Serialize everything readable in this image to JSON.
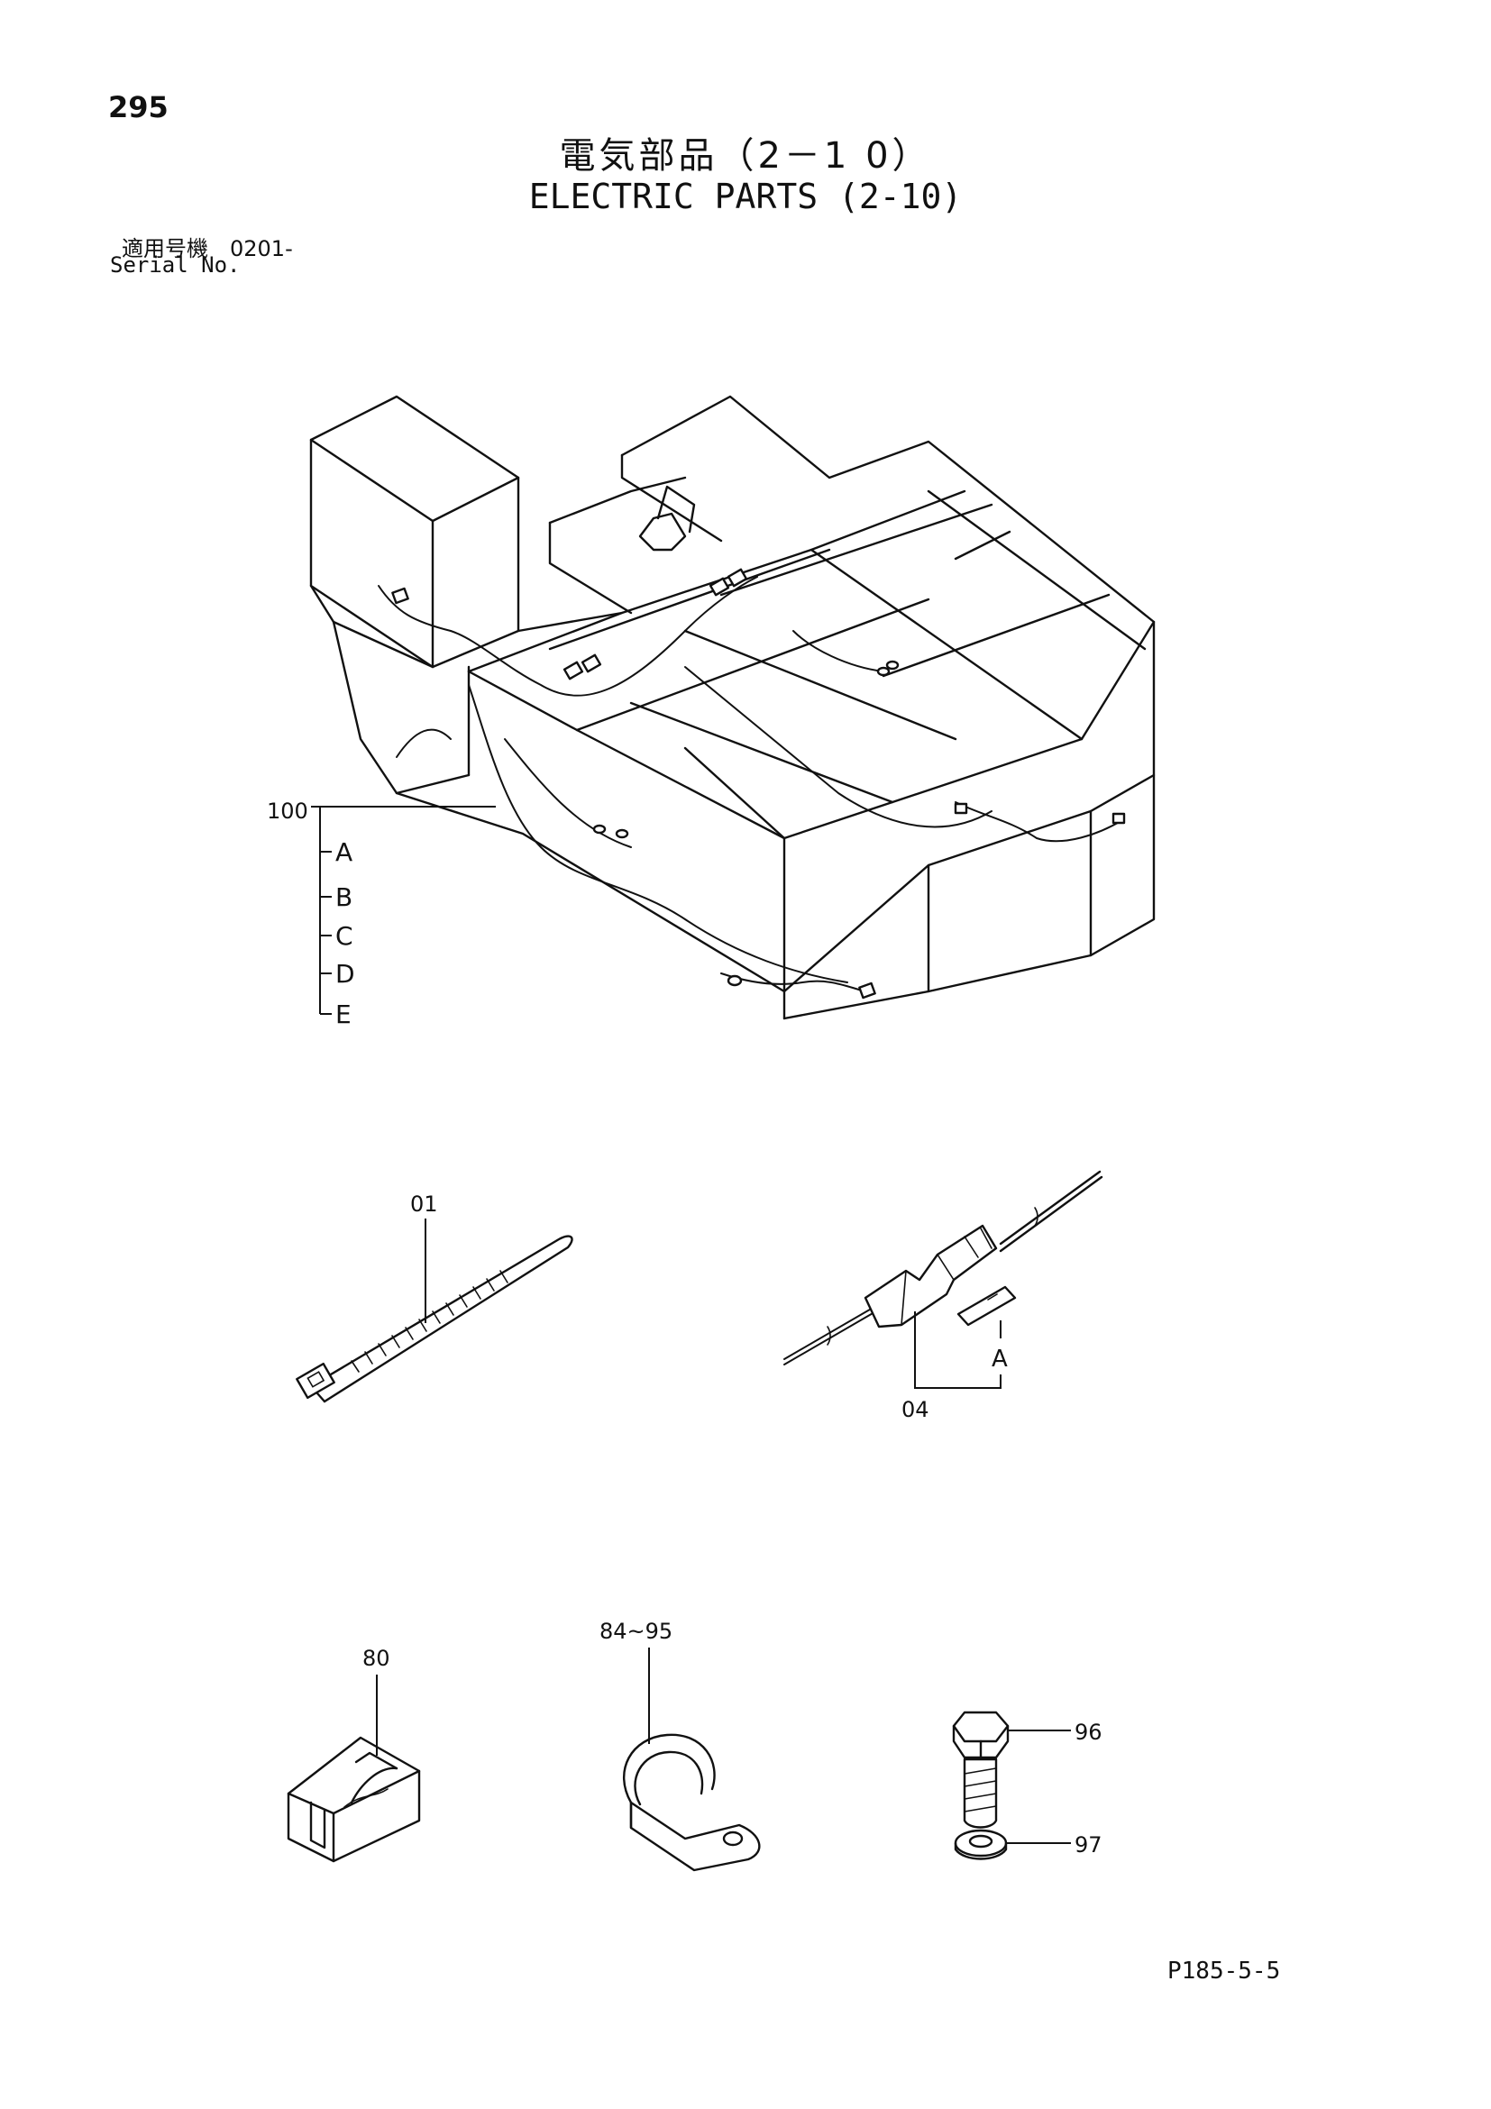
{
  "header": {
    "page_number": "295",
    "title_jp": "電気部品（2－1 0）",
    "title_en": "ELECTRIC PARTS (2-10)",
    "serial_label_jp": "適用号機　0201-",
    "serial_label_en": "Serial No."
  },
  "callouts": {
    "harness": "100",
    "harness_branches": [
      "A",
      "B",
      "C",
      "D",
      "E"
    ],
    "cable_tie": "01",
    "connector": "04",
    "connector_pin": "A",
    "clip": "80",
    "clamp": "84~95",
    "bolt": "96",
    "washer": "97"
  },
  "footer": {
    "page_code": "P185-5-5"
  }
}
